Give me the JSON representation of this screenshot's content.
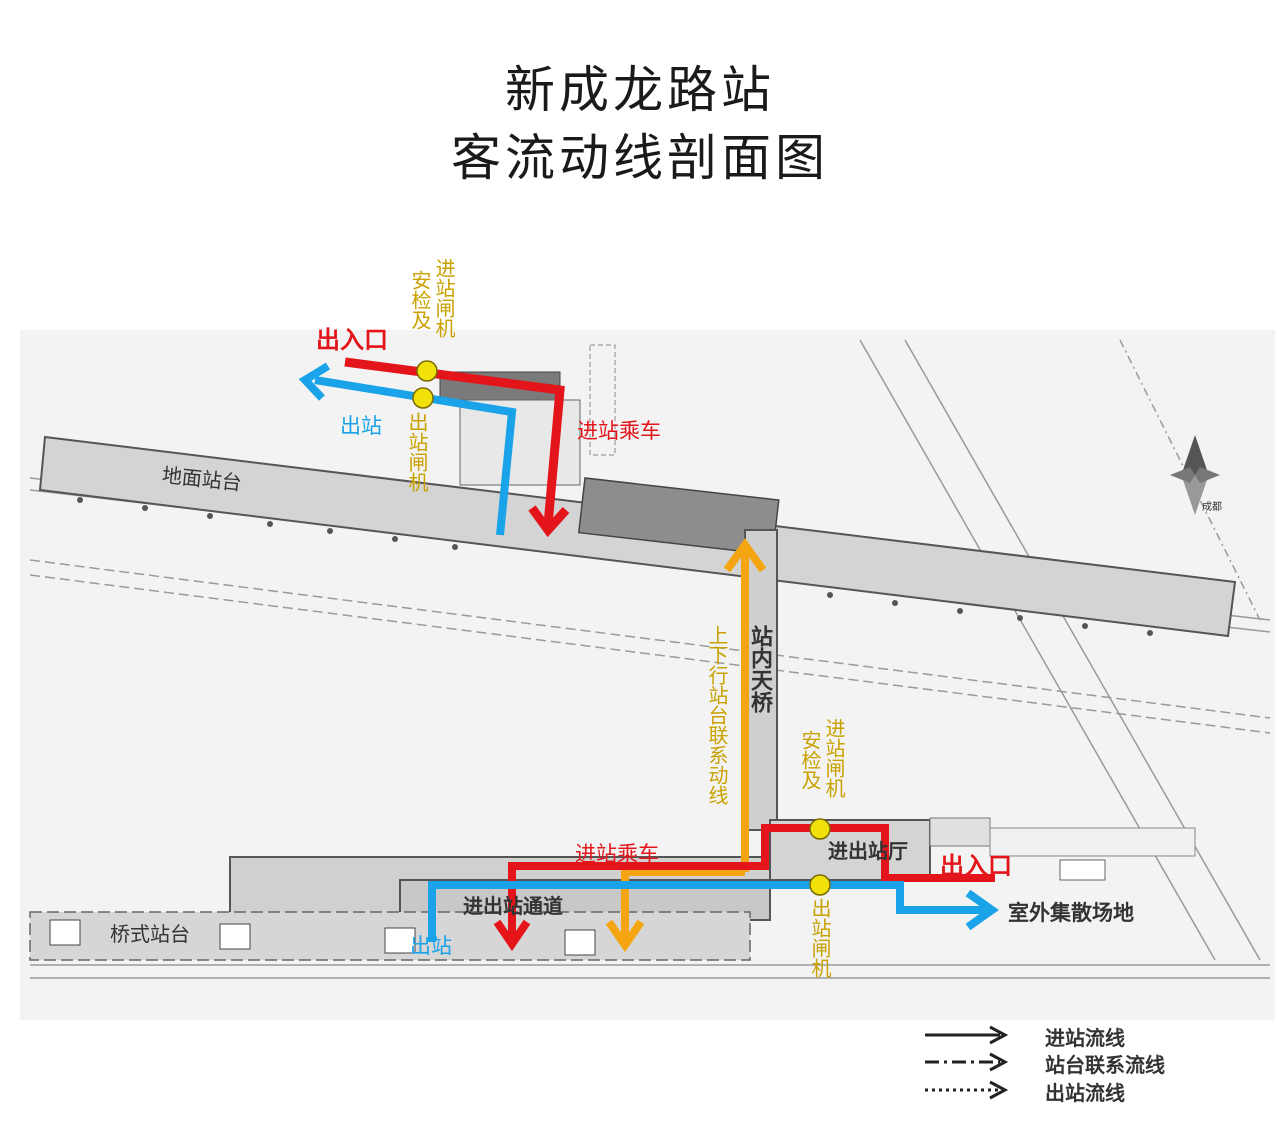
{
  "title": {
    "line1": "新成龙路站",
    "line2": "客流动线剖面图"
  },
  "labels": {
    "entrance_top": "出入口",
    "exit_top": "出站",
    "enter_board_top": "进站乘车",
    "security_top_a": "安检及",
    "security_top_b": "进站闸机",
    "exit_gate_top": "出站闸机",
    "ground_platform": "地面站台",
    "north_label": "成都",
    "bridge": "站内天桥",
    "platform_link": "上下行站台联系动线",
    "enter_board_bottom": "进站乘车",
    "security_bot_a": "安检及",
    "security_bot_b": "进站闸机",
    "hall": "进出站厅",
    "entrance_bottom": "出入口",
    "channel": "进出站通道",
    "outdoor": "室外集散场地",
    "bridge_platform": "桥式站台",
    "exit_bottom": "出站",
    "exit_gate_bottom": "出站闸机"
  },
  "legend": [
    {
      "label": "进站流线",
      "style": "solid"
    },
    {
      "label": "站台联系流线",
      "style": "dashdot"
    },
    {
      "label": "出站流线",
      "style": "dotted"
    }
  ],
  "colors": {
    "enter": "#e3151a",
    "exit": "#1aa3e8",
    "link": "#f5a511",
    "gate": "#f2e00a",
    "label_gold": "#c9a100"
  }
}
